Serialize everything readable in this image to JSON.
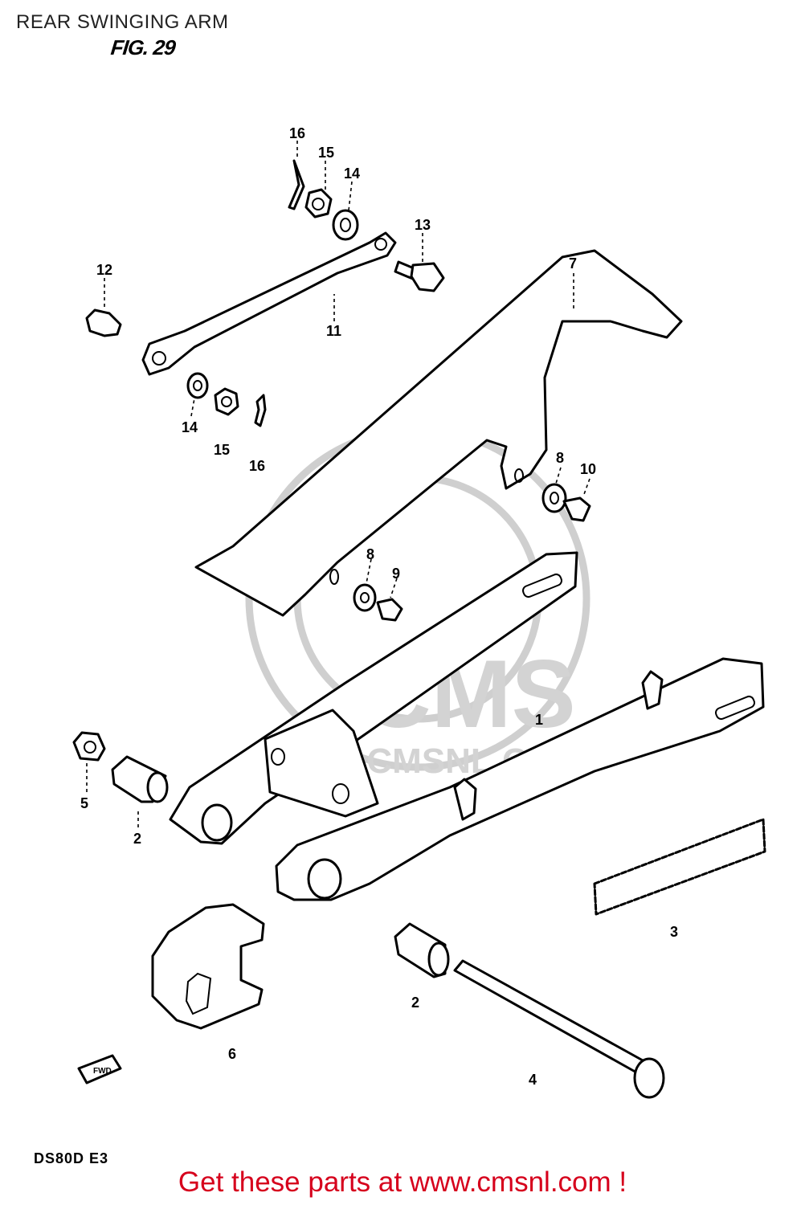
{
  "title": "REAR SWINGING ARM",
  "figure": "FIG. 29",
  "model": "DS80D E3",
  "call_to_action": "Get these parts at www.cmsnl.com !",
  "watermark": {
    "brand": "CMS",
    "site": "WWW.CMSNL.COM"
  },
  "fwd_marker": "FWD",
  "callouts": {
    "c1": "1",
    "c2a": "2",
    "c2b": "2",
    "c3": "3",
    "c4": "4",
    "c5": "5",
    "c6": "6",
    "c7": "7",
    "c8a": "8",
    "c8b": "8",
    "c9": "9",
    "c10": "10",
    "c11": "11",
    "c12": "12",
    "c13": "13",
    "c14a": "14",
    "c14b": "14",
    "c15a": "15",
    "c15b": "15",
    "c16a": "16",
    "c16b": "16"
  }
}
